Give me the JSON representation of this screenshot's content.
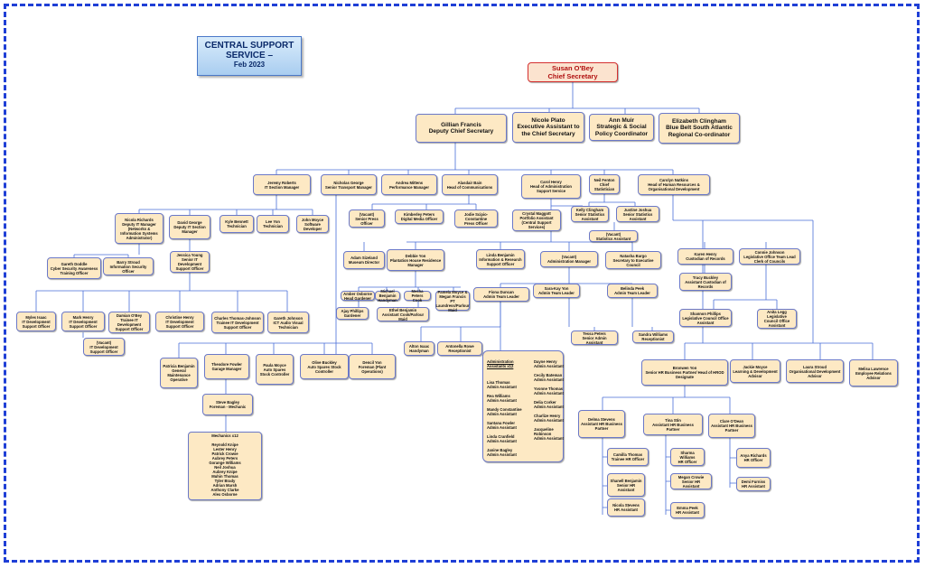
{
  "title": {
    "line1": "CENTRAL SUPPORT SERVICE –",
    "line2": "Feb 2023"
  },
  "nodes": {
    "cs": "Susan O'Bey\nChief Secretary",
    "dcs": "Gillian Francis\nDeputy Chief Secretary",
    "ea": "Nicole Plato\nExecutive Assistant to the Chief Secretary",
    "spc": "Ann Muir\nStrategic & Social Policy Coordinator",
    "bb": "Elizabeth Clingham\nBlue Belt South Atlantic Regional Co-ordinator",
    "jr": "Jeremy Roberts\nIT Section Manager",
    "ng": "Nicholas George\nSenior Transport Manager",
    "am": "Andrea Mittens\nPerformance Manager",
    "ab": "Alasdair Bain\nHead of Communications",
    "ch": "Carol Henry\nHead of Administration Support Service",
    "nf": "Neil Fenton\nChief Statistician",
    "cn": "Carolyn Nutkins\nHead of Human Resources & Organisational Development",
    "nr": "Nicola Richards\nDeputy IT Manager (Networks & Information Systems Administrator)",
    "dg": "David George\nDeputy IT Section Manager",
    "kb": "Kyle Bennett\nTechnician",
    "ly": "Lee Yon\nTechnician",
    "jm": "John Moyce\nSoftware Developer",
    "vpo": "(Vacant)\nSenior Press Officer",
    "kp": "Kimberley Peters\nDigital Media Officer",
    "js": "Jodie Scipio-Constantine\nPress Officer",
    "cm": "Crystal Maggott\nPortfolio Assistant (Central Support Services)",
    "kc": "Kelly Clingham\nSenior Statistics Assistant",
    "jj": "Justine Joshua\nSenior Statistics Assistant",
    "vsa": "(Vacant)\nStatistics Assistant",
    "gd": "Gareth Doddle\nCyber Security Awareness Training Officer",
    "bs": "Barry Stroud\nInformation Security Officer",
    "jy": "Jessica Young\nSenior IT Development Support Officer",
    "asz": "Adam Sizeland\nMuseum Director",
    "dy": "Debbie Yon\nPlantation House Residence Manager",
    "lb": "Linda Benjamin\nInformation & Research Support Officer",
    "vam": "(Vacant)\nAdministration Manager",
    "nb": "Natasha Bargo\nSecretary to Executive Council",
    "kh": "Karen Henry\nCustodian of Records",
    "cj": "Connie Johnson\nLegislative Office Team Lead Clerk of Councils",
    "tb": "Tracy Buckley\nAssistant Custodian of Records",
    "ao": "Amber Osborne\nHead Gardener",
    "mb": "Michael Benjamin\nHandyman",
    "mp": "Mesha Peters\nCook",
    "pm": "Pamela Moyce & Megan Francis\nPT Laundress/Parlour Maid",
    "pg": "Ajay Phillips\nGardener",
    "eb": "Ethel Benjamin\nAssistant Cook/Parlour Maid",
    "fd": "Fiona Duncan\nAdmin Team Leader",
    "sky": "Sara-Kay Yon\nAdmin Team Leader",
    "bp": "Belinda Peek\nAdmin Team Leader",
    "sp": "Shannon Phillips\nLegislative Council Office Assistant",
    "al": "Anita Legg\nLegislative Council Office Assistant",
    "mi": "Myles Isaac\nIT Development Support Officer",
    "mh": "Mark Henry\nIT Development Support Officer",
    "do": "Damian O'Bey\nTrainee IT Development Support Officer",
    "chy": "Christine Henry\nIT Development Support Officer",
    "ctj": "Charles Thomas-Johnson\nTrainee IT Development Support Officer",
    "dj": "Gareth Johnson\nICT Audio Visual Technician",
    "vit": "(Vacant)\nIT Development Support Officer",
    "ai": "Alton Isaac\nHandyman",
    "ar": "Antonella Rowe\nReceptionist",
    "tp": "Tessa Peters\nSenior Admin Assistant",
    "sw": "Sandra Williams\nReceptionist",
    "pb": "Patricia Benjamin\nGeneral Maintenance Operative",
    "tf": "Theodore Fowler\nGarage Manager",
    "pmy": "Paula Moyce\nAuto Spares Stock Controller",
    "ob": "Olive Buckley\nAuto Spares Stock Controller",
    "dyn": "Dencil Yon\nForeman (Plant Operations)",
    "sb": "Steve Bagley\nForeman - Mechanic",
    "mech_title": "Mechanics x12",
    "mech_names": "Reynold Knipe\nLester Henry\nPatrick Crowie\nAubrey Peters\nGorange Williams\nNeil Joshua\nAubrey Knipe\nMuhin Thomas\nTyler Brady\nAdrian Marsh\nAnthony Clarke\nAlex Osborne",
    "by": "Bronwen Yon\nSenior HR Business Partner/ Head of HROD Designate",
    "jmy": "Jackie Moyce\nLearning & Development Advisor",
    "ls": "Laura Stroud\nOrganisational Development Advisor",
    "ml": "Melisa Lawrence\nEmployee Relations Advisor",
    "ds": "Delma Stevens\nAssistant HR Business Partner",
    "tst": "Tina Stin\nAssistant HR Business Partner",
    "co": "Clare O'Dean\nAssistant HR Business Partner",
    "cth": "Camilla Thomas\nTrainee HR Officer",
    "sw2": "Sharma Williams\nHR Officer",
    "ar2": "Anya Richards\nHR Officer",
    "sbj": "Shanell Benjamin\nSenior HR Assistant",
    "mc": "Megan Crowie\nSenior HR Assistant",
    "df": "Demi Furniss\nHR Assistant",
    "ns": "Nicola Stevens\nHR Assistant",
    "ep": "Emma Peek\nHR Assistant"
  },
  "admin_pool": {
    "heading": "Administration Assistants x12",
    "col1": "Lisa Thomas\nAdmin Assistant\n\nRea Williams\nAdmin Assistant\n\nMandy Constantine\nAdmin Assistant\n\nSantana Fowler\nAdmin Assistant\n\nLinda Cranfield\nAdmin Assistant\n\nJanine Bagley\nAdmin Assistant",
    "col2": "Dayne Henry\nAdmin Assistant\n\nCecily Bateman\nAdmin Assistant\n\nYvonne Thomas\nAdmin Assistant\n\nDelia Corker\nAdmin Assistant\n\nCharlize Henry\nAdmin Assistant\n\nJacqueline Robinson\nAdmin Assistant"
  },
  "colors": {
    "border": "#1f3fd6",
    "node_fill": "#fde9c4",
    "line": "#4a6fd8",
    "accent": "#d43030"
  }
}
